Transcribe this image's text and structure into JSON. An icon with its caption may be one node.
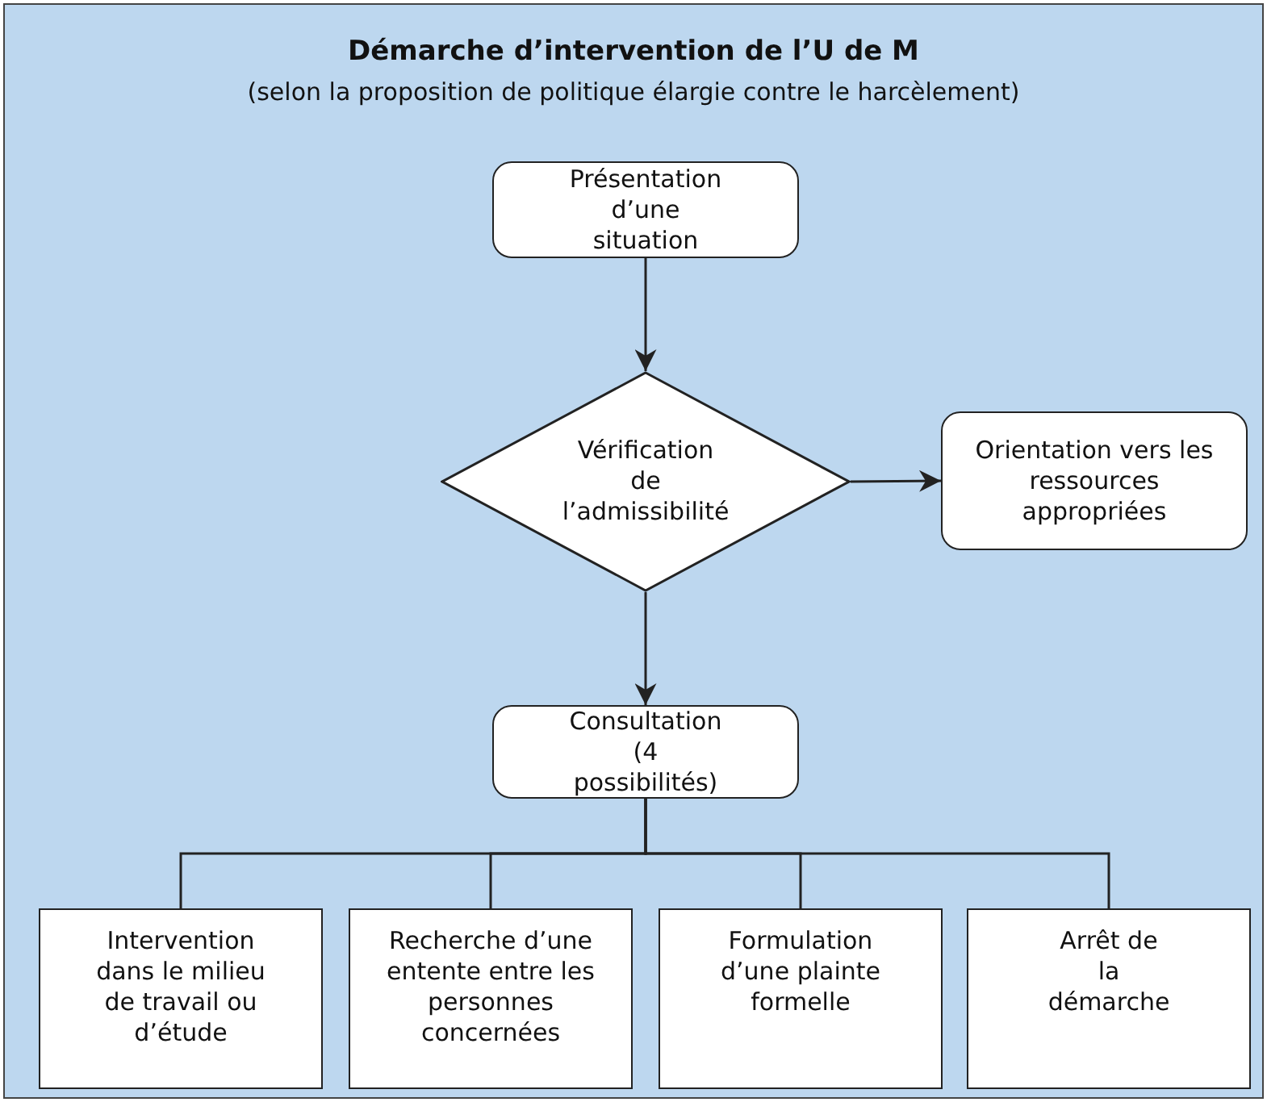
{
  "diagram": {
    "title": "Démarche d’intervention de l’U de M",
    "labels": [
      "(selon la proposition de politique élargie contre le harcèlement)"
    ],
    "nodes": [
      {
        "text": [
          "Présentation d’une situation"
        ]
      },
      {
        "text": [
          "Vérification de l’admissibilité"
        ]
      },
      {
        "text": [
          "Orientation vers les ressources appropriées"
        ]
      },
      {
        "text": [
          "Consultation (4 possibilités)"
        ]
      },
      {
        "text": [
          "Intervention dans le milieu de travail ou d’étude"
        ]
      },
      {
        "text": [
          "Recherche d’une entente entre les personnes concernées"
        ]
      },
      {
        "text": [
          "Formulation d’une plainte formelle"
        ]
      },
      {
        "text": [
          "Arrêt de la démarche"
        ]
      }
    ],
    "edges": [
      {
        "from": 0,
        "to": 1,
        "arrow": "to"
      },
      {
        "from": 1,
        "to": 2,
        "arrow": "to"
      },
      {
        "from": 1,
        "to": 3,
        "arrow": "to"
      },
      {
        "from": 3,
        "to": 4,
        "arrow": "none"
      },
      {
        "from": 3,
        "to": 5,
        "arrow": "none"
      },
      {
        "from": 3,
        "to": 6,
        "arrow": "none"
      },
      {
        "from": 3,
        "to": 7,
        "arrow": "none"
      }
    ]
  }
}
